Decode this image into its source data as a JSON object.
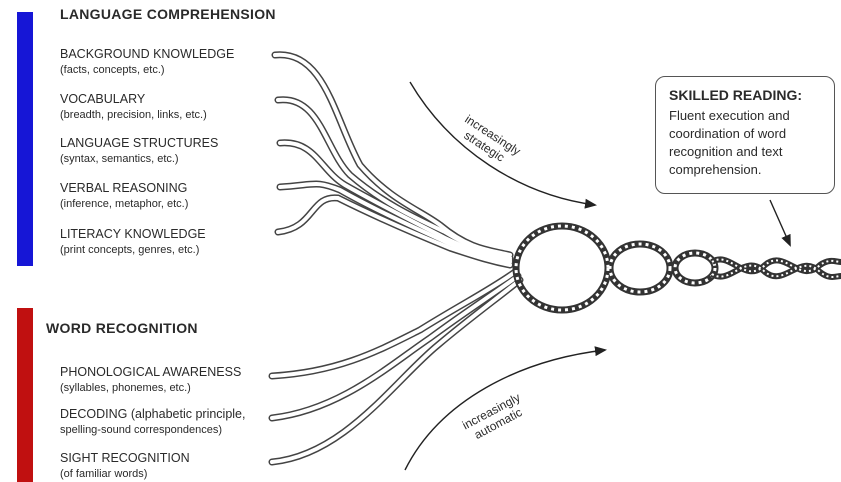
{
  "language": {
    "heading": "LANGUAGE COMPREHENSION",
    "bar_color": "#1616d6",
    "items": [
      {
        "title": "BACKGROUND KNOWLEDGE",
        "sub": "(facts, concepts, etc.)"
      },
      {
        "title": "VOCABULARY",
        "sub": "(breadth, precision, links, etc.)"
      },
      {
        "title": "LANGUAGE STRUCTURES",
        "sub": "(syntax, semantics, etc.)"
      },
      {
        "title": "VERBAL REASONING",
        "sub": "(inference, metaphor, etc.)"
      },
      {
        "title": "LITERACY KNOWLEDGE",
        "sub": "(print concepts, genres, etc.)"
      }
    ]
  },
  "word": {
    "heading": "WORD RECOGNITION",
    "bar_color": "#c01010",
    "items": [
      {
        "title": "PHONOLOGICAL AWARENESS",
        "sub": "(syllables, phonemes, etc.)"
      },
      {
        "title": "DECODING (alphabetic principle,",
        "sub": "spelling-sound correspondences)"
      },
      {
        "title": "SIGHT RECOGNITION",
        "sub": "(of familiar words)"
      }
    ]
  },
  "arrows": {
    "strategic": [
      "increasingly",
      "strategic"
    ],
    "automatic": [
      "increasingly",
      "automatic"
    ]
  },
  "callout": {
    "title": "SKILLED READING:",
    "body": [
      "Fluent execution and",
      "coordination of word",
      "recognition and text",
      "comprehension."
    ]
  }
}
